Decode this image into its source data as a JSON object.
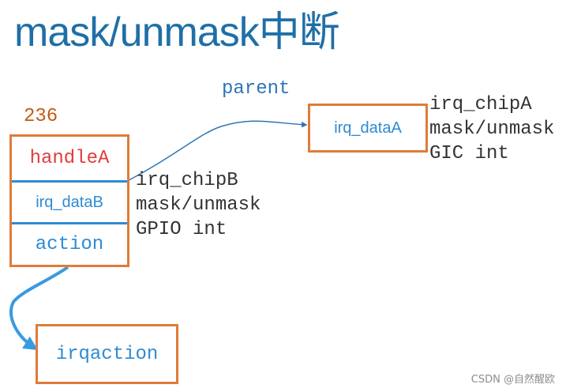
{
  "title": "mask/unmask中断",
  "irq_number": "236",
  "parent_label": "parent",
  "irq_desc": {
    "handle": "handleA",
    "irq_data": "irq_dataB",
    "action": "action"
  },
  "chip_b": {
    "lines": [
      "irq_chipB",
      "mask/unmask",
      "GPIO int"
    ]
  },
  "parent_data": {
    "label": "irq_dataA",
    "lines": [
      "irq_chipA",
      "mask/unmask",
      "GIC int"
    ]
  },
  "irqaction": {
    "label": "irqaction"
  },
  "watermark": "CSDN @自然醒欧",
  "colors": {
    "title": "#1f6fa7",
    "box_border": "#e07b39",
    "divider": "#2e8bd4",
    "handle_text": "#e33b3b",
    "arrow": "#2e75b6"
  }
}
